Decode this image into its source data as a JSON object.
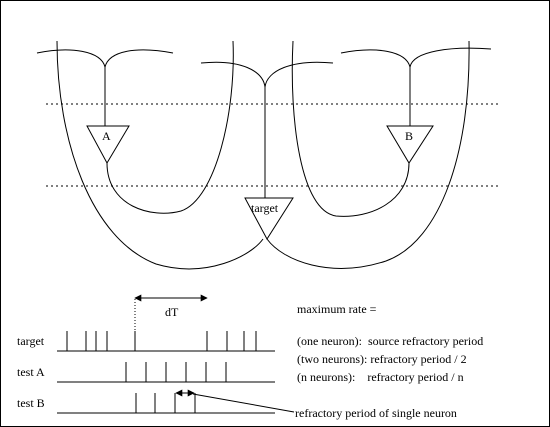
{
  "neurons": {
    "a_label": "A",
    "b_label": "B",
    "target_label": "target"
  },
  "timing": {
    "interval_label": "dT",
    "rows": [
      {
        "label": "target"
      },
      {
        "label": "test A"
      },
      {
        "label": "test B"
      }
    ]
  },
  "notes": {
    "heading": "maximum rate =",
    "line1": "(one neuron):  source refractory period",
    "line2": "(two neurons): refractory period / 2",
    "line3": "(n neurons):    refractory period / n",
    "pointer_label": "refractory period of single neuron"
  }
}
